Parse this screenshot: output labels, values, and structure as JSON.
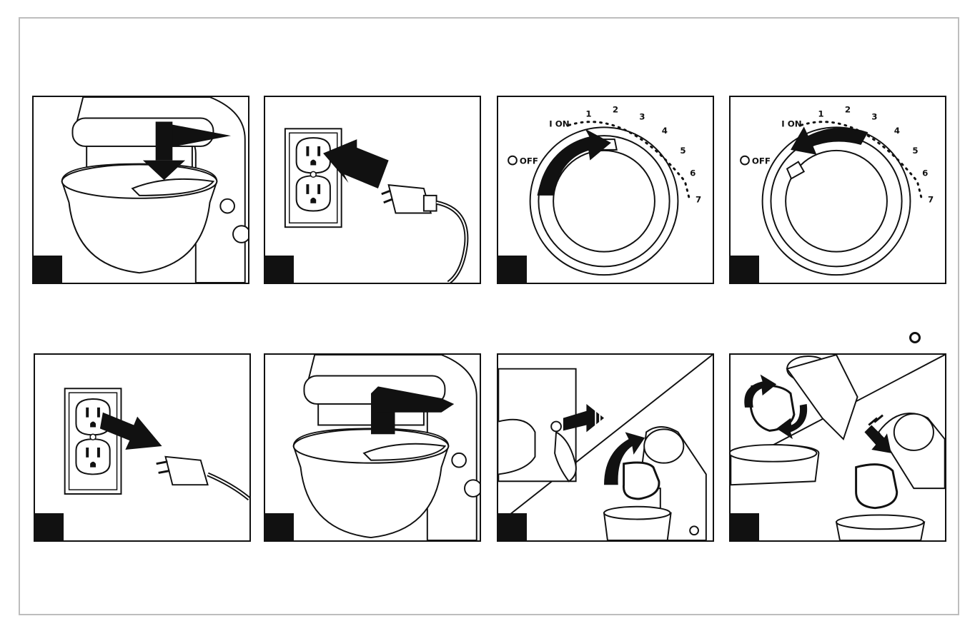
{
  "dial": {
    "off_label": "OFF",
    "on_label": "I ON",
    "speed_marks": [
      "1",
      "2",
      "3",
      "4",
      "5",
      "6",
      "7"
    ]
  },
  "colors": {
    "ink": "#111111",
    "frame": "#bdbdbd",
    "paper": "#ffffff"
  },
  "icons": {
    "arrow": "arrow-icon",
    "indicator": "ring-indicator-icon"
  }
}
